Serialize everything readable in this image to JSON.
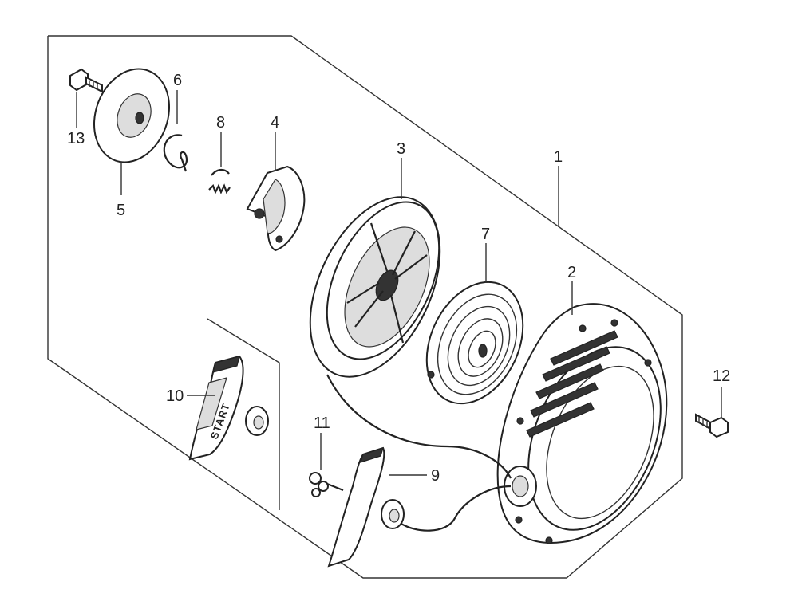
{
  "callouts": {
    "p1": "1",
    "p2": "2",
    "p3": "3",
    "p4": "4",
    "p5": "5",
    "p6": "6",
    "p7": "7",
    "p8": "8",
    "p9": "9",
    "p10": "10",
    "p11": "11",
    "p12": "12",
    "p13": "13"
  },
  "handle_text": "START"
}
